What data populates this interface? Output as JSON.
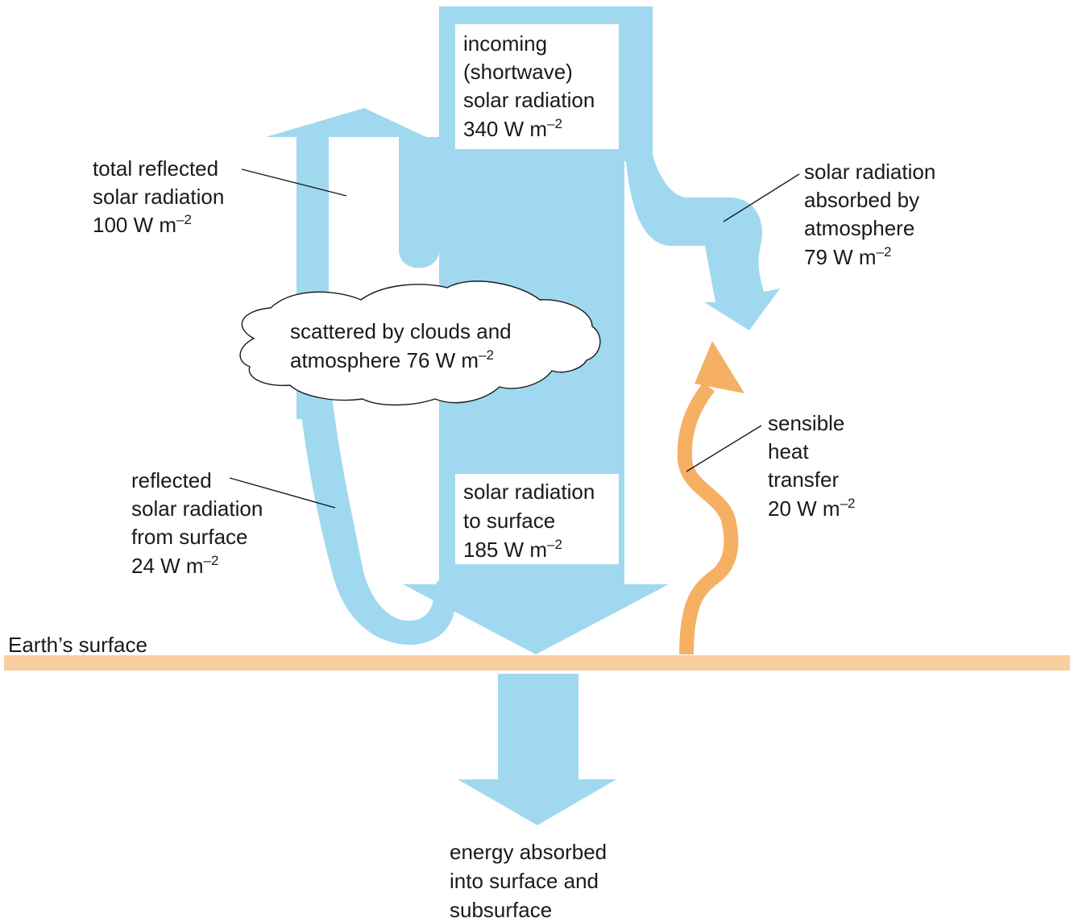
{
  "colors": {
    "shortwave": "#a0d8f0",
    "sensible_heat": "#f5b064",
    "surface": "#f9cfa1",
    "text": "#1a1a1a",
    "cloud_fill": "#ffffff",
    "cloud_outline": "#1a1a1a"
  },
  "icons": {
    "shortwave_arrows": "blue-flow-arrow",
    "sensible_heat_arrow": "wavy-orange-arrow",
    "cloud": "cloud-shape"
  },
  "labels": {
    "incoming": {
      "line1": "incoming",
      "line2": "(shortwave)",
      "line3": "solar radiation",
      "value": "340 W m",
      "exp": "–2"
    },
    "total_reflected": {
      "line1": "total reflected",
      "line2": "solar radiation",
      "value": "100 W m",
      "exp": "–2"
    },
    "absorbed_atmosphere": {
      "line1": "solar radiation",
      "line2": "absorbed by",
      "line3": "atmosphere",
      "value": "79 W m",
      "exp": "–2"
    },
    "scattered": {
      "line1": "scattered by clouds and",
      "line2": "atmosphere 76 W m",
      "exp": "–2"
    },
    "sensible_heat": {
      "line1": "sensible",
      "line2": "heat",
      "line3": "transfer",
      "value": "20 W m",
      "exp": "–2"
    },
    "reflected_surface": {
      "line1": "reflected",
      "line2": "solar radiation",
      "line3": "from surface",
      "value": "24 W m",
      "exp": "–2"
    },
    "to_surface": {
      "line1": "solar radiation",
      "line2": "to surface",
      "value": "185 W m",
      "exp": "–2"
    },
    "earth_surface": "Earth’s surface",
    "absorbed_surface": {
      "line1": "energy absorbed",
      "line2": "into surface and",
      "line3": "subsurface"
    }
  }
}
